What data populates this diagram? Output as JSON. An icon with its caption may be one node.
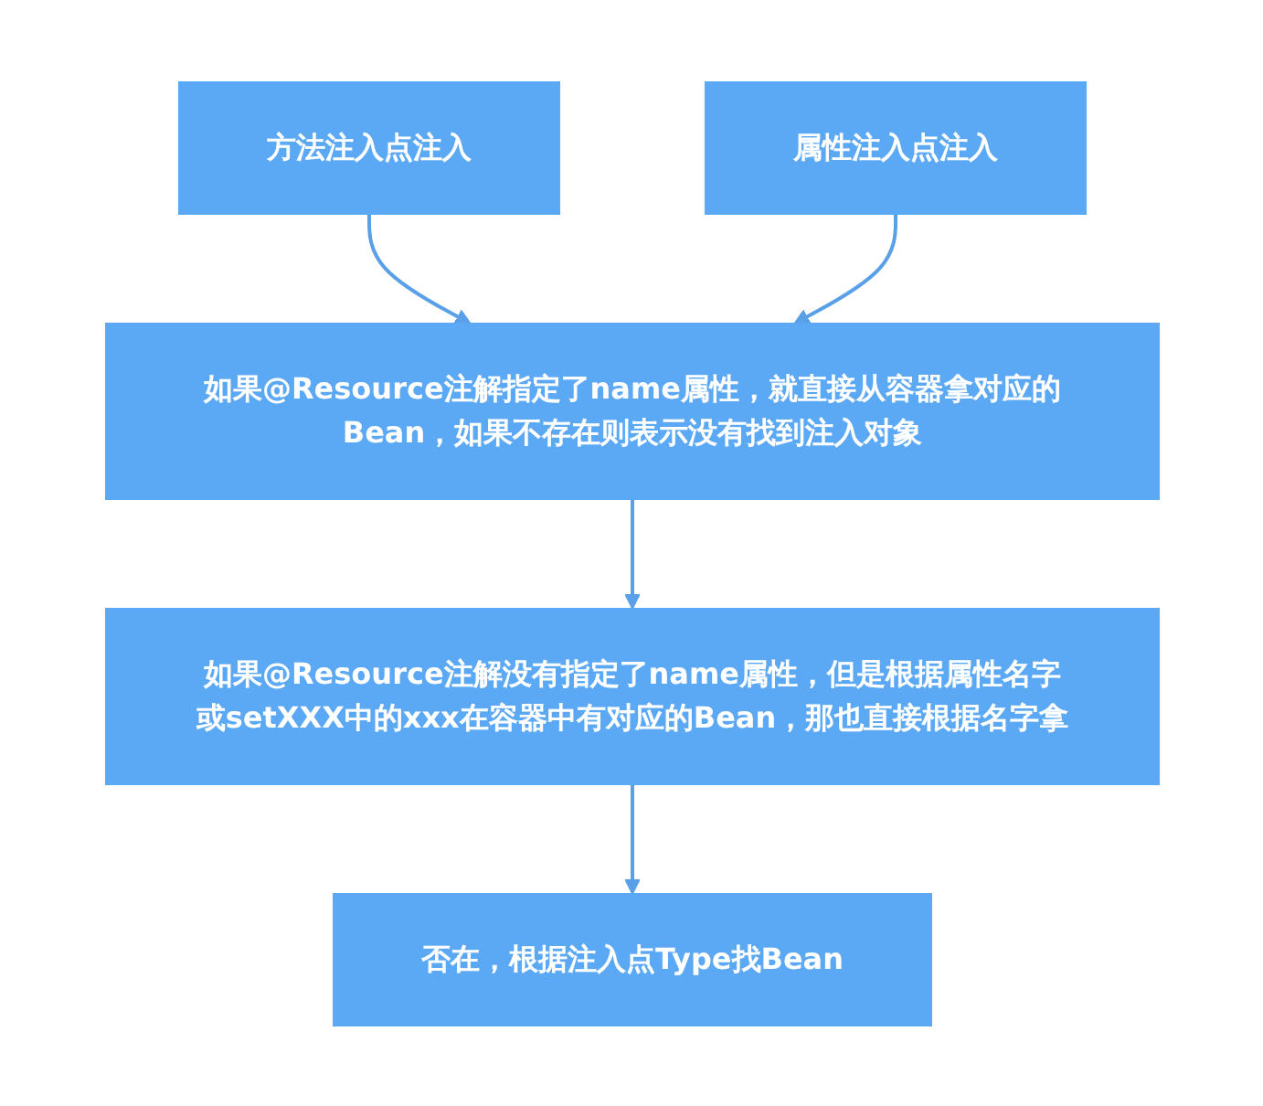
{
  "diagram": {
    "nodes": [
      {
        "text": [
          "方法注入点注入"
        ]
      },
      {
        "text": [
          "属性注入点注入"
        ]
      },
      {
        "text": [
          "如果@Resource注解指定了name属性，就直接从容器拿对应的Bean，如果不存在则表示没有找到注入对象"
        ]
      },
      {
        "text": [
          "如果@Resource注解没有指定了name属性，但是根据属性名字或setXXX中的xxx在容器中有对应的Bean，那也直接根据名字拿"
        ]
      },
      {
        "text": [
          "否在，根据注入点Type找Bean"
        ]
      }
    ],
    "edges": [
      {
        "from": 0,
        "to": 2,
        "arrow": "to"
      },
      {
        "from": 1,
        "to": 2,
        "arrow": "to"
      },
      {
        "from": 2,
        "to": 3,
        "arrow": "to"
      },
      {
        "from": 3,
        "to": 4,
        "arrow": "to"
      }
    ]
  }
}
